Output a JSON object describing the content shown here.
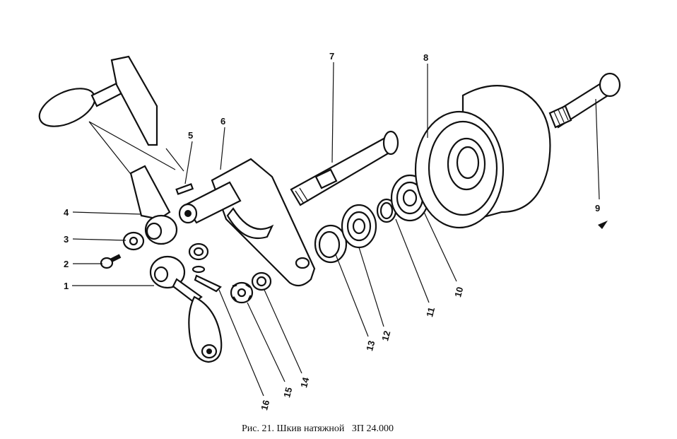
{
  "figure": {
    "callouts": [
      "1",
      "2",
      "3",
      "4",
      "5",
      "6",
      "7",
      "8",
      "9",
      "10",
      "11",
      "12",
      "13",
      "14",
      "15",
      "16"
    ],
    "caption": "Рис. 21. Шкив натяжной   ЗП 24.000"
  }
}
